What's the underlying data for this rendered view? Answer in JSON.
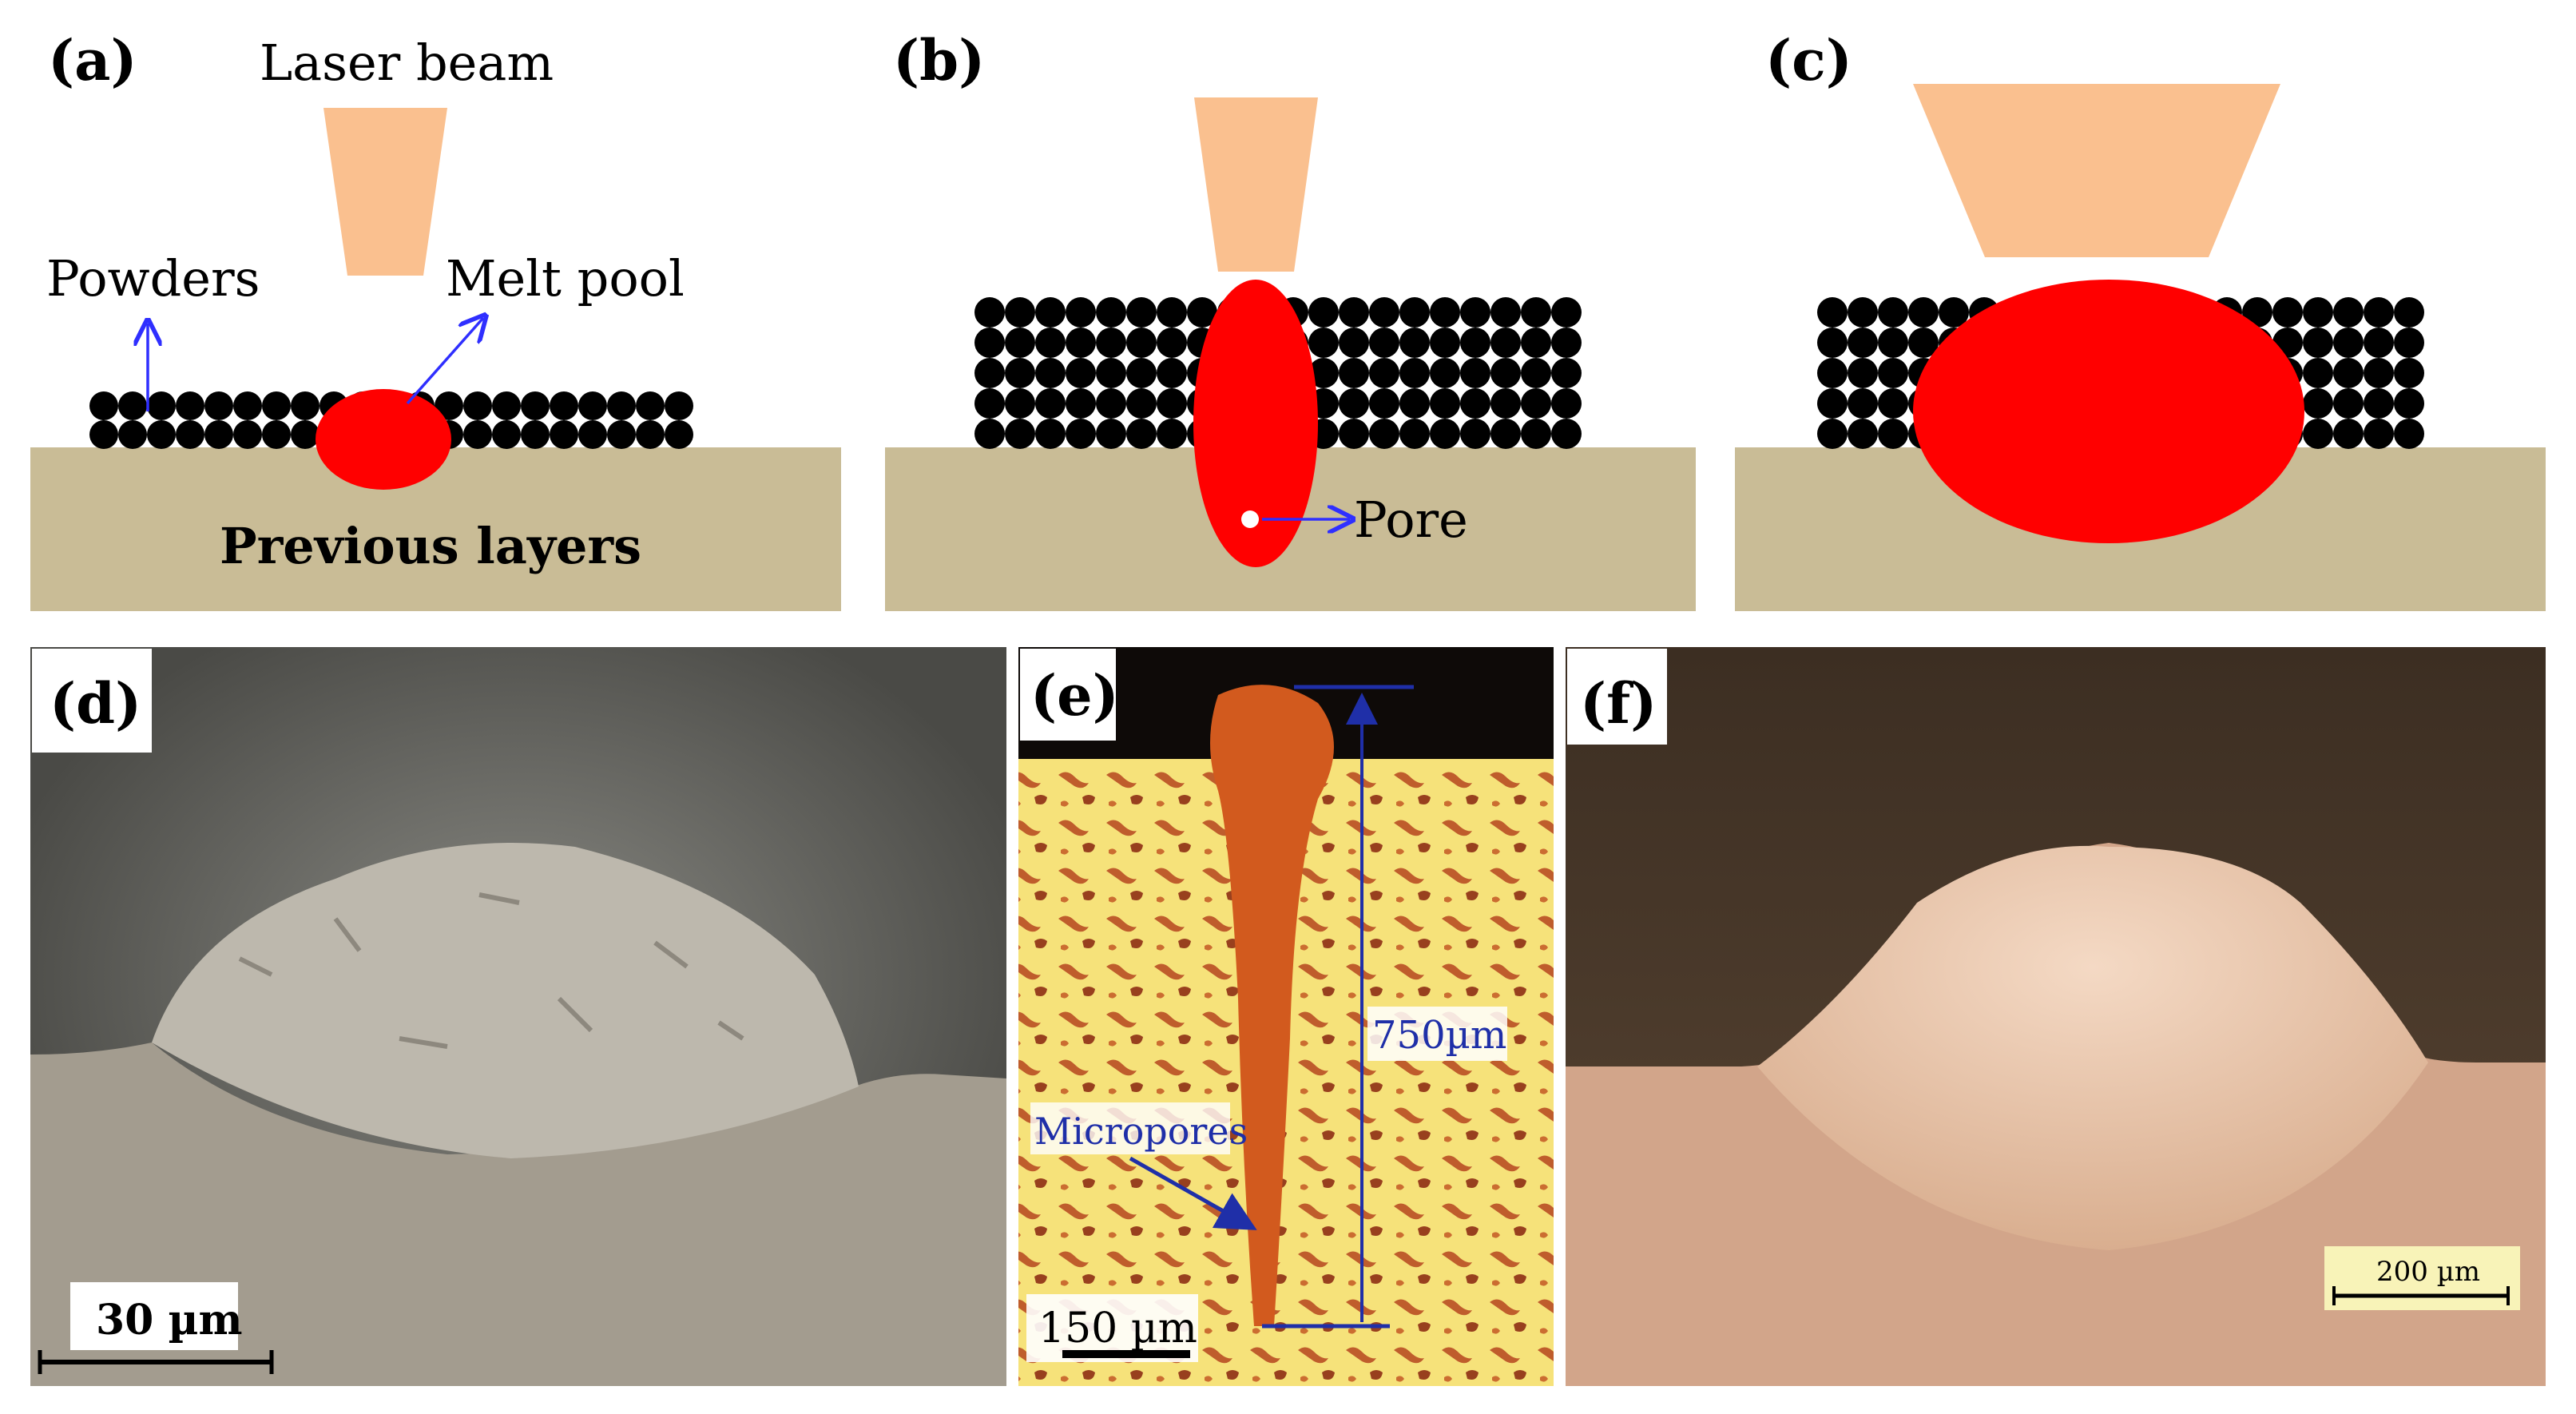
{
  "panels": {
    "a": {
      "label": "(a)",
      "laser_label": "Laser beam",
      "powders_label": "Powders",
      "meltpool_label": "Melt pool",
      "substrate_label": "Previous layers"
    },
    "b": {
      "label": "(b)",
      "pore_label": "Pore"
    },
    "c": {
      "label": "(c)"
    },
    "d": {
      "label": "(d)",
      "scale": "30 µm"
    },
    "e": {
      "label": "(e)",
      "scale": "150 µm",
      "depth": "750µm",
      "micropores": "Micropores"
    },
    "f": {
      "label": "(f)",
      "scale": "200 µm"
    }
  },
  "colors": {
    "laser": "#fac08f",
    "melt_pool": "#ff0000",
    "powder": "#000000",
    "substrate": "#c9bc96",
    "annotation_arrow": "#2f2fff",
    "micrograph_annotation": "#1f2fa8"
  }
}
